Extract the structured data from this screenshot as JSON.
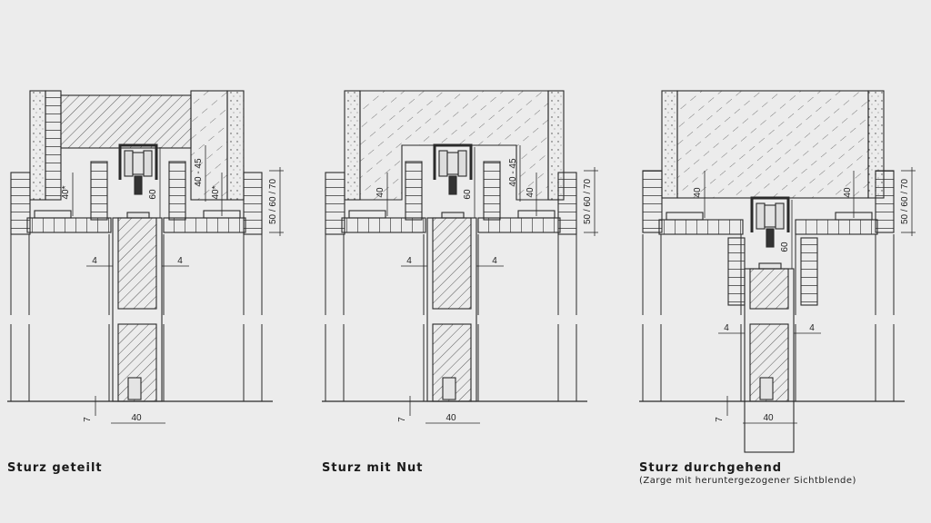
{
  "details": [
    {
      "title": "Sturz geteilt",
      "variant": "split",
      "dims": {
        "angle_left": "40*",
        "angle_right": "40*",
        "gap": "40 - 45",
        "track": "60",
        "frame": "50 / 60 / 70",
        "gap_left": "4",
        "gap_right": "4",
        "floor": "7",
        "guide": "40"
      }
    },
    {
      "title": "Sturz mit Nut",
      "variant": "groove",
      "dims": {
        "angle_left": "40",
        "angle_right": "40",
        "gap": "40 - 45",
        "track": "60",
        "frame": "50 / 60 / 70",
        "gap_left": "4",
        "gap_right": "4",
        "floor": "7",
        "guide": "40"
      }
    },
    {
      "title": "Sturz durchgehend",
      "subtitle": "(Zarge mit heruntergezogener Sichtblende)",
      "variant": "continuous",
      "dims": {
        "angle_left": "40",
        "angle_right": "40",
        "track": "60",
        "frame": "50 / 60 / 70",
        "gap_left": "4",
        "gap_right": "4",
        "floor": "7",
        "guide": "40"
      }
    }
  ],
  "colors": {
    "line": "#2a2a2a",
    "background": "#ececec"
  }
}
